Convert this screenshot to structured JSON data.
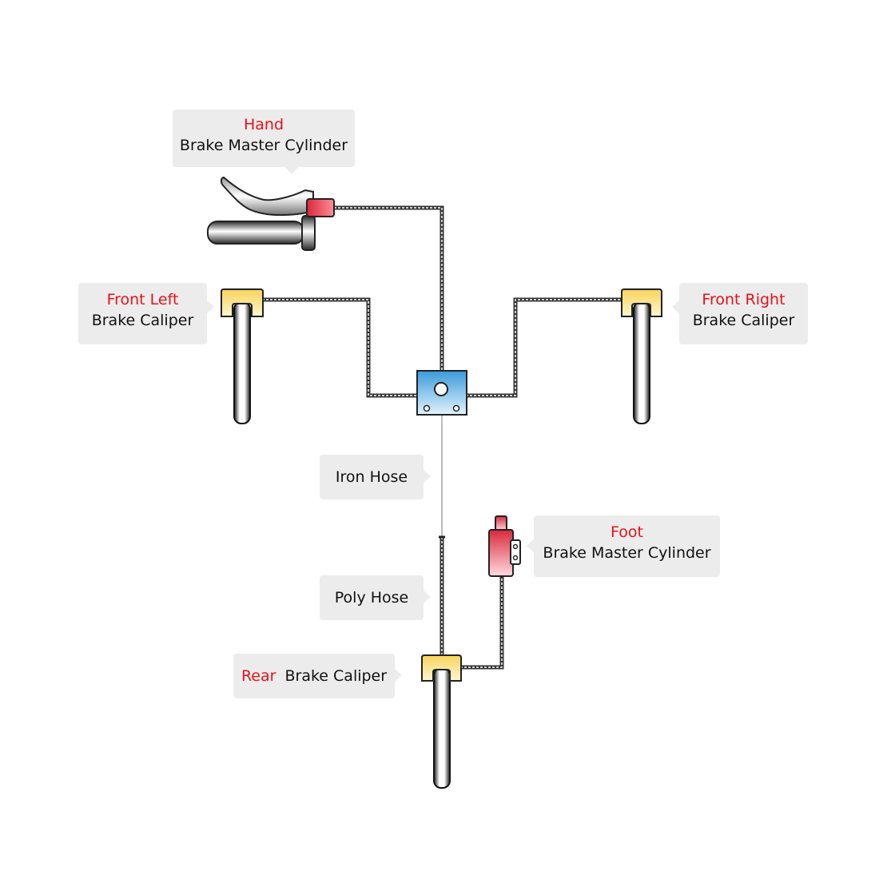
{
  "labels": {
    "hand": {
      "highlight": "Hand",
      "text": "Brake Master Cylinder"
    },
    "front_left": {
      "highlight": "Front Left",
      "text": "Brake Caliper"
    },
    "front_right": {
      "highlight": "Front Right",
      "text": "Brake Caliper"
    },
    "iron_hose": {
      "text": "Iron Hose"
    },
    "poly_hose": {
      "text": "Poly Hose"
    },
    "foot": {
      "highlight": "Foot",
      "text": "Brake Master Cylinder"
    },
    "rear": {
      "highlight": "Rear",
      "text": "Brake Caliper"
    }
  },
  "colors": {
    "highlight": "#e3121b",
    "callout_bg": "#ececec",
    "caliper": "#f5c842",
    "master_cylinder": "#d9293a",
    "distributor": "#3a9ad9",
    "line": "#333333"
  },
  "icons": [
    "hand-brake-lever-icon",
    "brake-caliper-icon",
    "tire-icon",
    "distributor-block-icon",
    "foot-master-cylinder-icon"
  ]
}
